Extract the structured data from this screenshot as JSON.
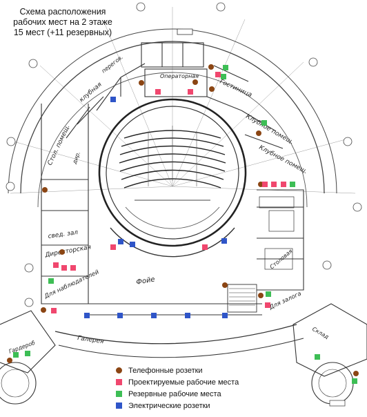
{
  "title": {
    "line1": "Схема расположения",
    "line2": "рабочих мест на 2 этаже",
    "line3": "15 мест (+11 резервных)"
  },
  "colors": {
    "phone": "#8B4513",
    "planned": "#F0476E",
    "reserve": "#3DBE55",
    "power": "#2F55C8"
  },
  "legend": [
    {
      "key": "phone",
      "label": "Телефонные розетки",
      "shape": "circle"
    },
    {
      "key": "planned",
      "label": "Проектируемые рабочие места",
      "shape": "square"
    },
    {
      "key": "reserve",
      "label": "Резервные рабочие места",
      "shape": "square"
    },
    {
      "key": "power",
      "label": "Электрические розетки",
      "shape": "square"
    }
  ],
  "rooms": {
    "klubnaya_1": "клубная",
    "pereg": "перегов.",
    "operator": "Операторная",
    "gostinica": "Гостиница",
    "klubnoe_1": "Клубное помещ.",
    "klubnoe_2": "Клубное помещ.",
    "stol_pom": "Стол. помещ.",
    "sved_zal": "свед. зал",
    "dir": "дир.",
    "director": "Директорская",
    "nabl": "Для наблюдателей",
    "foye": "Фойе",
    "stolovaya": "Столовая",
    "dlya_zaloga": "Для залога",
    "garderob": "Гардероб",
    "galereya": "Галерея",
    "sklad": "Склад"
  }
}
